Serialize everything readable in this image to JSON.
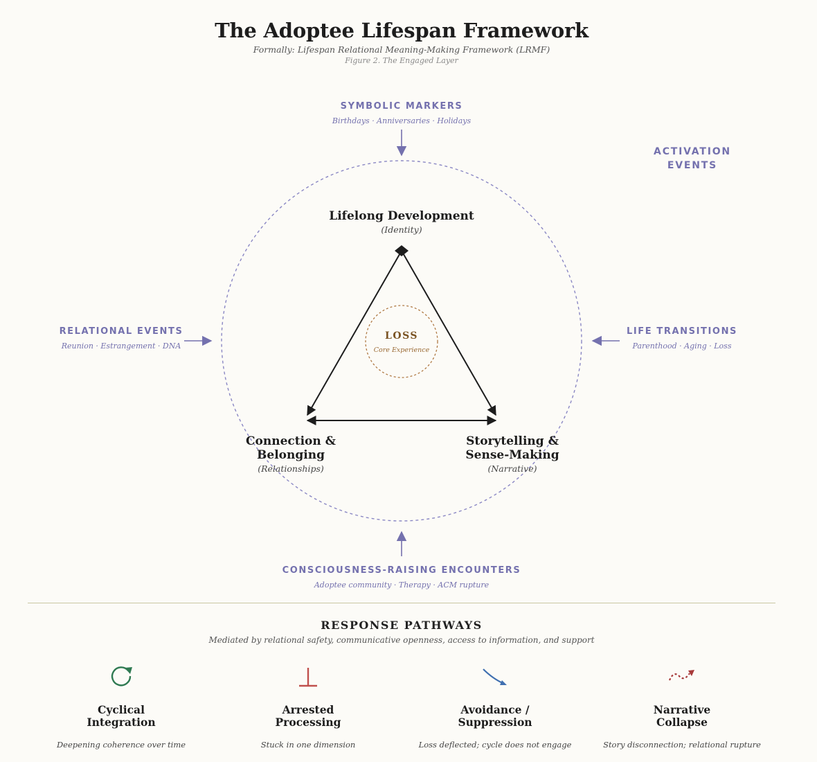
{
  "header": {
    "title": "The Adoptee Lifespan Framework",
    "subtitle": "Formally: Lifespan Relational Meaning-Making Framework (LRMF)",
    "figure_caption": "Figure 2. The Engaged Layer"
  },
  "activation_label_line1": "ACTIVATION",
  "activation_label_line2": "EVENTS",
  "events": {
    "top": {
      "title": "SYMBOLIC MARKERS",
      "sub": "Birthdays · Anniversaries · Holidays"
    },
    "left": {
      "title": "RELATIONAL EVENTS",
      "sub": "Reunion · Estrangement · DNA"
    },
    "right": {
      "title": "LIFE TRANSITIONS",
      "sub": "Parenthood · Aging · Loss"
    },
    "bottom": {
      "title": "CONSCIOUSNESS-RAISING ENCOUNTERS",
      "sub": "Adoptee community · Therapy · ACM rupture"
    }
  },
  "nodes": {
    "top": {
      "title": "Lifelong Development",
      "sub": "(Identity)"
    },
    "left": {
      "title_line1": "Connection &",
      "title_line2": "Belonging",
      "sub": "(Relationships)"
    },
    "right": {
      "title_line1": "Storytelling &",
      "title_line2": "Sense-Making",
      "sub": "(Narrative)"
    }
  },
  "core": {
    "label": "LOSS",
    "sub": "Core Experience"
  },
  "response": {
    "title": "RESPONSE PATHWAYS",
    "subtitle": "Mediated by relational safety, communicative openness, access to information, and support",
    "pathways": [
      {
        "line1": "Cyclical",
        "line2": "Integration",
        "desc": "Deepening coherence over time",
        "icon": "cycle-arrow-icon",
        "color": "#2f7a52"
      },
      {
        "line1": "Arrested",
        "line2": "Processing",
        "desc": "Stuck in one dimension",
        "icon": "stop-bar-icon",
        "color": "#c0504d"
      },
      {
        "line1": "Avoidance /",
        "line2": "Suppression",
        "desc": "Loss deflected; cycle does not engage",
        "icon": "deflect-arrow-icon",
        "color": "#3f6fb0"
      },
      {
        "line1": "Narrative",
        "line2": "Collapse",
        "desc": "Story disconnection; relational rupture",
        "icon": "broken-path-icon",
        "color": "#a83a3a"
      }
    ]
  },
  "colors": {
    "event": "#7471ae",
    "loss": "#9a6a34",
    "ink": "#1d1d1d"
  }
}
